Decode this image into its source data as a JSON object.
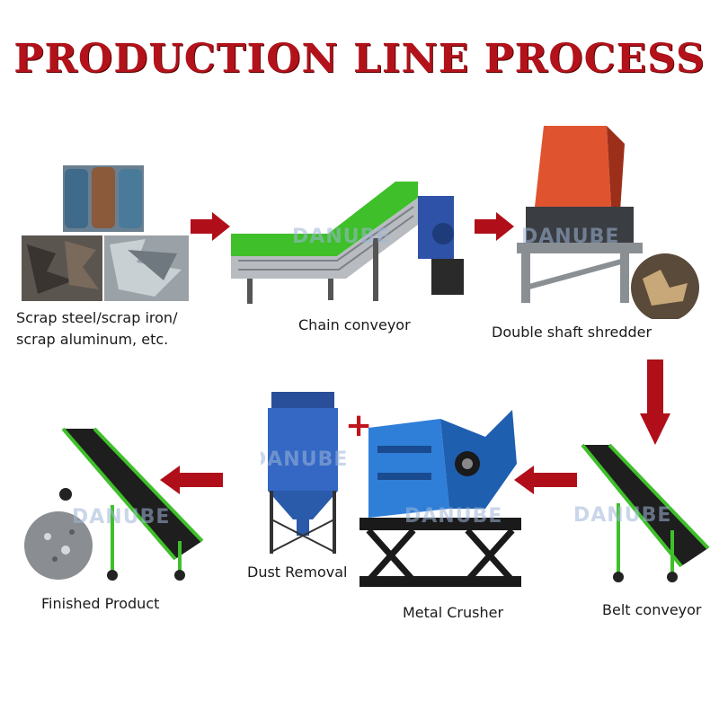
{
  "title": "PRODUCTION LINE PROCESS",
  "watermark": "DANUBE",
  "colors": {
    "title": "#b3121b",
    "arrow": "#b00f1a",
    "conveyor_green": "#3fbf2a",
    "shredder_red": "#e0532f",
    "machine_blue": "#2f7fd8",
    "frame_gray": "#8a8f94"
  },
  "steps": [
    {
      "label_lines": [
        "Scrap steel/scrap iron/",
        "scrap aluminum, etc."
      ],
      "icon": "scrap-metal-icon"
    },
    {
      "label_lines": [
        "Chain conveyor"
      ],
      "icon": "chain-conveyor-icon"
    },
    {
      "label_lines": [
        "Double shaft shredder"
      ],
      "icon": "shredder-icon"
    },
    {
      "label_lines": [
        "Belt conveyor"
      ],
      "icon": "belt-conveyor-icon"
    },
    {
      "label_lines": [
        "Metal Crusher"
      ],
      "icon": "metal-crusher-icon"
    },
    {
      "label_lines": [
        "Dust Removal"
      ],
      "icon": "dust-collector-icon"
    },
    {
      "label_lines": [
        "Finished Product"
      ],
      "icon": "finished-conveyor-icon"
    }
  ],
  "plus_sign": "+"
}
